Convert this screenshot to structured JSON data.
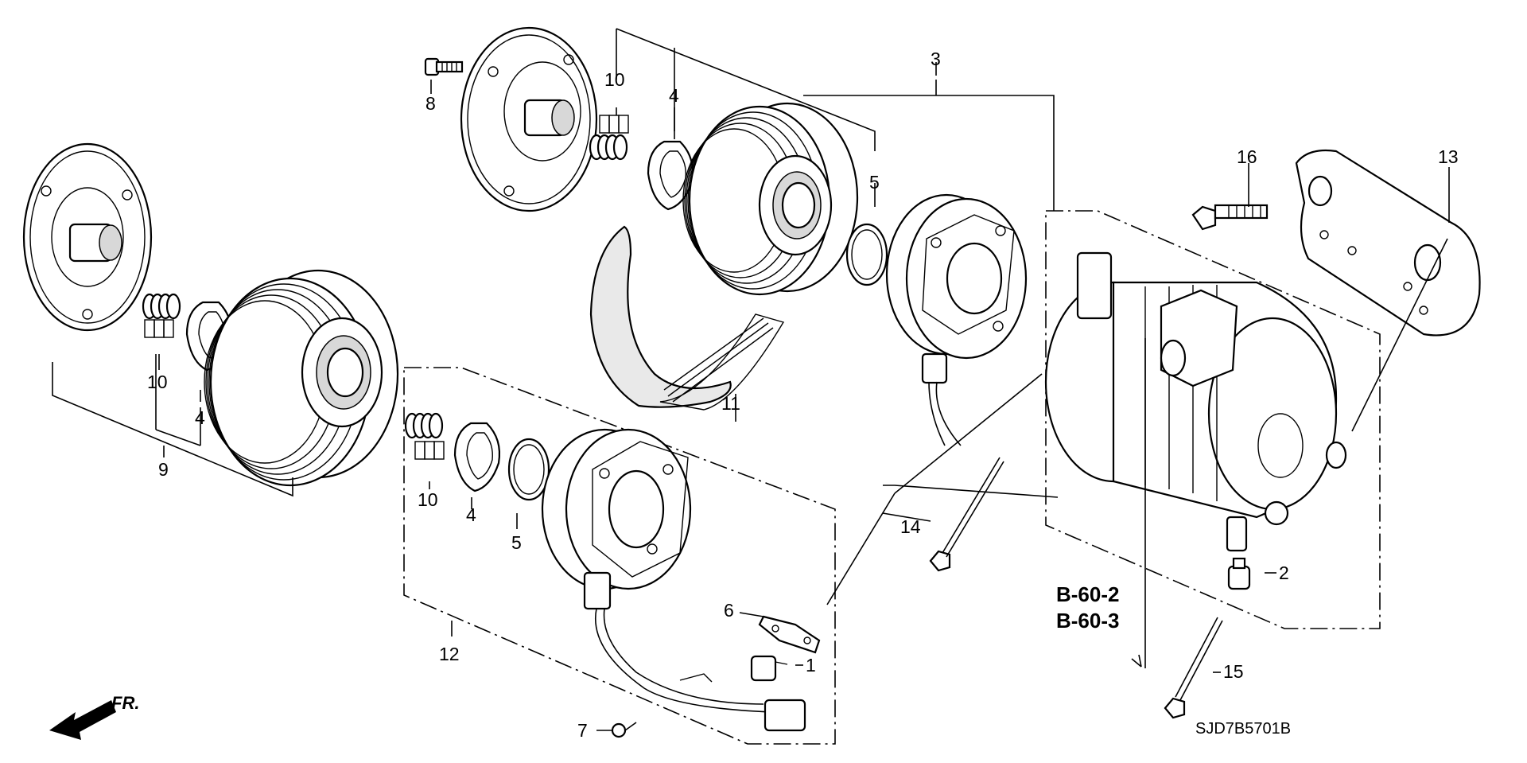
{
  "diagram": {
    "callouts": [
      {
        "id": "c1",
        "label": "1"
      },
      {
        "id": "c2",
        "label": "2"
      },
      {
        "id": "c3",
        "label": "3"
      },
      {
        "id": "c4a",
        "label": "4"
      },
      {
        "id": "c4b",
        "label": "4"
      },
      {
        "id": "c4c",
        "label": "4"
      },
      {
        "id": "c5a",
        "label": "5"
      },
      {
        "id": "c5b",
        "label": "5"
      },
      {
        "id": "c6",
        "label": "6"
      },
      {
        "id": "c7",
        "label": "7"
      },
      {
        "id": "c8",
        "label": "8"
      },
      {
        "id": "c9",
        "label": "9"
      },
      {
        "id": "c10a",
        "label": "10"
      },
      {
        "id": "c10b",
        "label": "10"
      },
      {
        "id": "c10c",
        "label": "10"
      },
      {
        "id": "c11",
        "label": "11"
      },
      {
        "id": "c12",
        "label": "12"
      },
      {
        "id": "c13",
        "label": "13"
      },
      {
        "id": "c14",
        "label": "14"
      },
      {
        "id": "c15",
        "label": "15"
      },
      {
        "id": "c16",
        "label": "16"
      }
    ],
    "references": [
      "B-60-2",
      "B-60-3"
    ],
    "front_indicator": "FR.",
    "drawing_code": "SJD7B5701B"
  }
}
